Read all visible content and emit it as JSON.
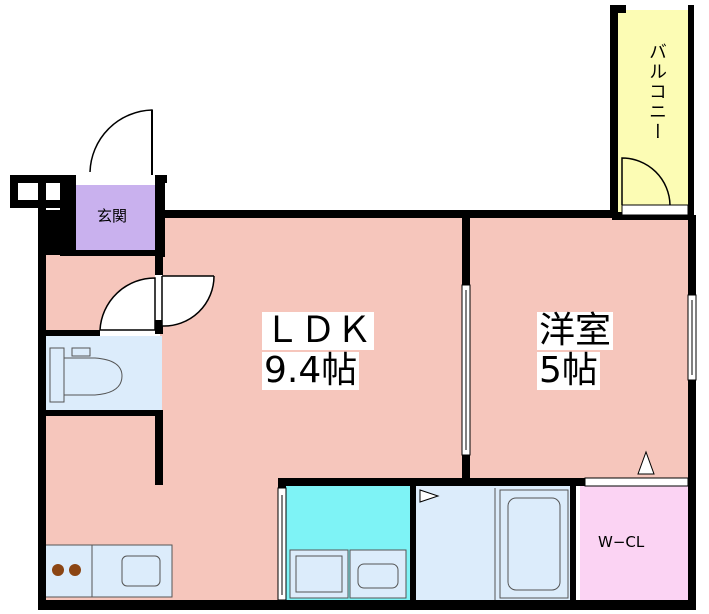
{
  "rooms": {
    "ldk_name": "ＬＤＫ",
    "ldk_size": "9.4帖",
    "western_name": "洋室",
    "western_size": "5帖",
    "entrance": "玄関",
    "balcony": "バルコニー",
    "wcl": "W−CL"
  },
  "colors": {
    "wall": "#000000",
    "ldk_fill": "#f6c6bc",
    "entrance_fill": "#c9b1ee",
    "balcony_fill": "#fcfcb4",
    "toilet_fill": "#dcecfb",
    "washroom_fill": "#7ef3f6",
    "bath_fill": "#dcecfb",
    "wcl_fill": "#fbd3f3",
    "kitchen_fill": "#dcecfb"
  }
}
